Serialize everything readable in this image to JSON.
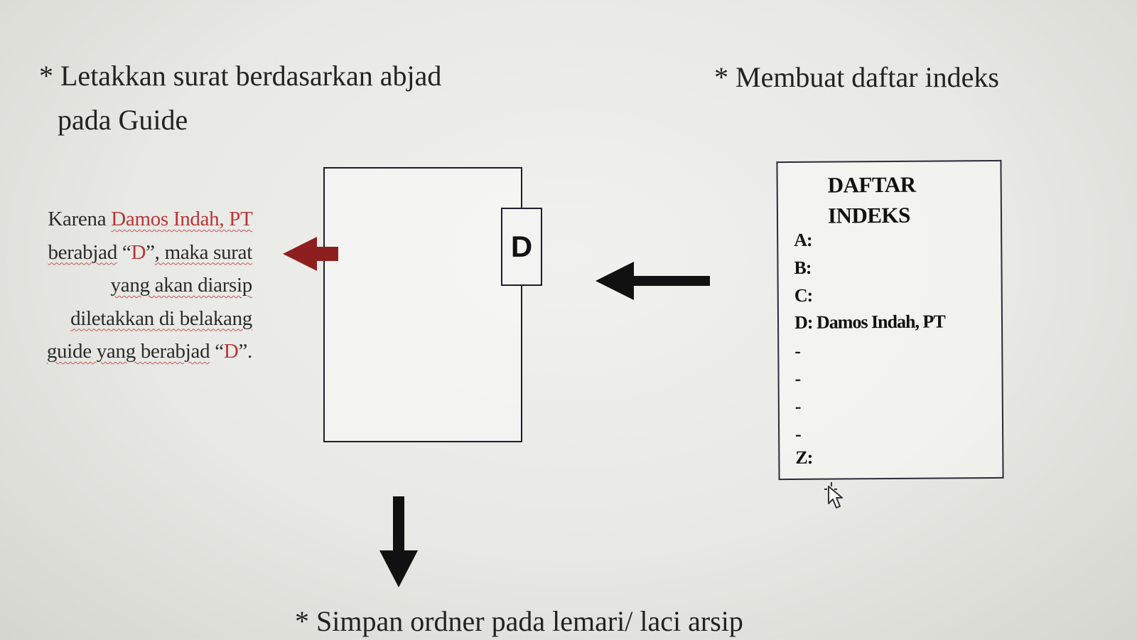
{
  "steps": {
    "guide_line1": "* Letakkan surat berdasarkan abjad",
    "guide_line2": "pada Guide",
    "index": "* Membuat daftar indeks",
    "store": "* Simpan ordner pada lemari/ laci arsip"
  },
  "explanation": {
    "part1": "Karena",
    "company": "Damos Indah, PT",
    "part2": "berabjad",
    "letter_open": "“",
    "letter": "D",
    "letter_close": "”",
    "part3": ", maka surat yang akan diarsip diletakkan di belakang guide yang berabjad",
    "end": "."
  },
  "guide_tab": {
    "label": "D"
  },
  "index_card": {
    "title": "DAFTAR INDEKS",
    "entries": [
      "A:",
      "B:",
      "C:",
      "D: Damos Indah, PT",
      "-",
      "-",
      "-",
      "-",
      "Z:"
    ]
  },
  "colors": {
    "highlight": "#b83535",
    "red_arrow": "#8f1f1f",
    "black_arrow": "#111111",
    "ink": "#1d1d2b"
  },
  "icons": {
    "left_red_arrow": "arrow-left-icon",
    "index_arrow": "arrow-left-icon",
    "down_arrow": "arrow-down-icon",
    "cursor": "move-cursor-icon"
  }
}
